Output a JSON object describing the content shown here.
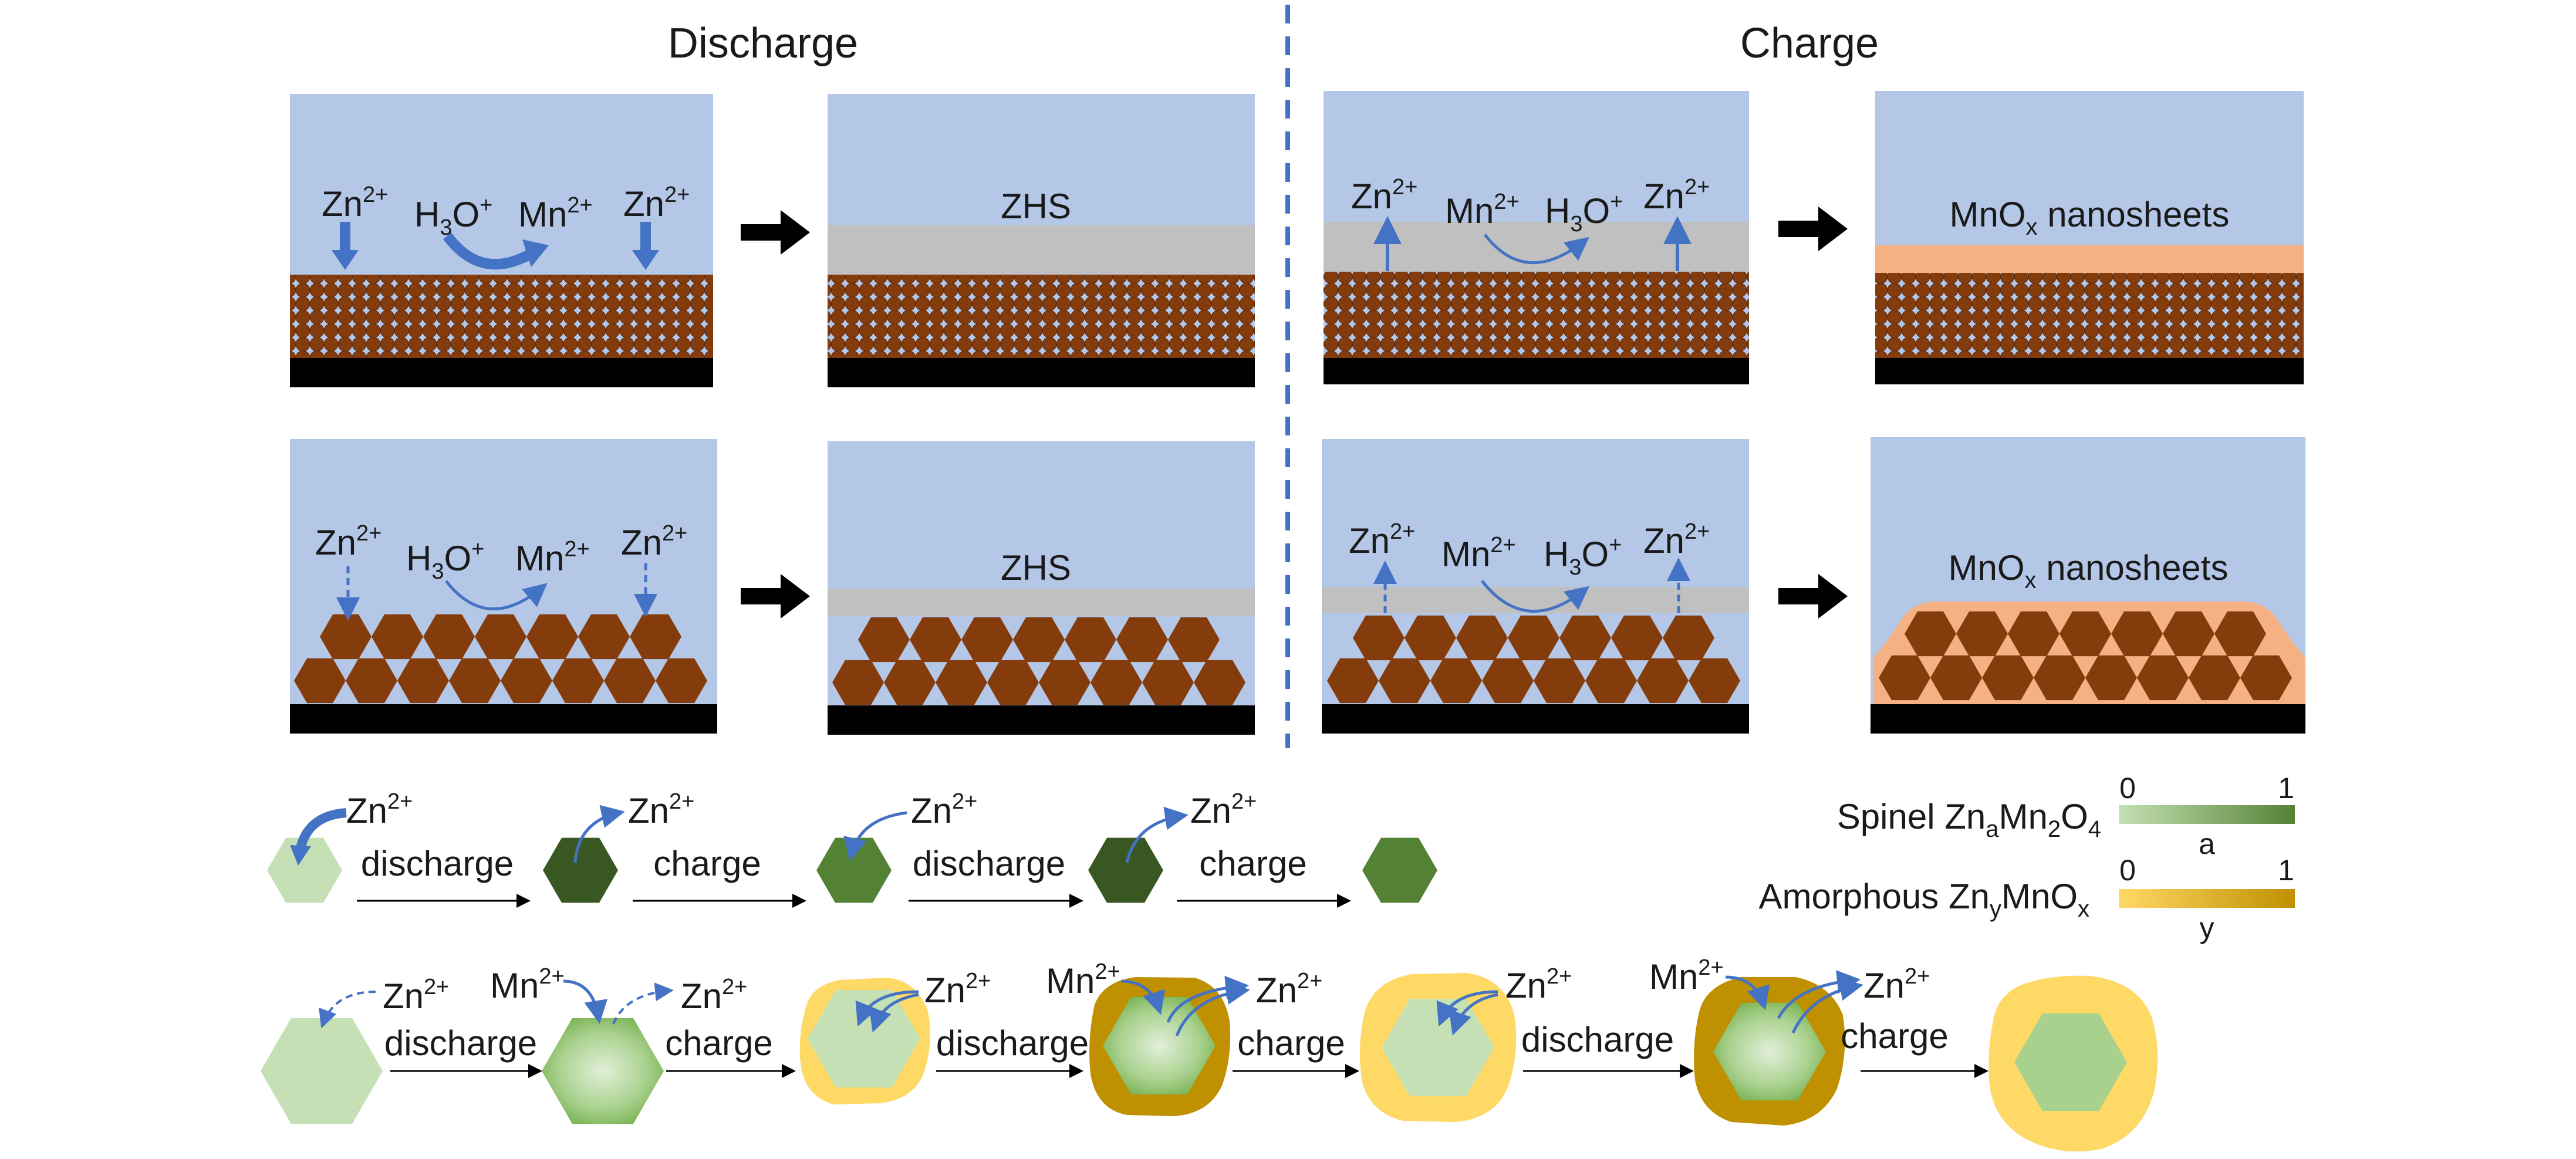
{
  "headers": {
    "discharge": "Discharge",
    "charge": "Charge"
  },
  "ions": {
    "zn": {
      "base": "Zn",
      "sup": "2+"
    },
    "mn": {
      "base": "Mn",
      "sup": "2+"
    },
    "h3o": {
      "base": "H",
      "sub": "3",
      "tail": "O",
      "sup": "+"
    }
  },
  "panels": {
    "zhs": "ZHS",
    "mnox": {
      "base": "MnO",
      "sub": "x",
      "tail": " nanosheets"
    }
  },
  "process": {
    "discharge": "discharge",
    "charge": "charge"
  },
  "legend": {
    "spinel": {
      "pre": "Spinel Zn",
      "sub1": "a",
      "mid": "Mn",
      "sub2": "2",
      "mid2": "O",
      "sub3": "4",
      "var": "a",
      "min": "0",
      "max": "1"
    },
    "amorphous": {
      "pre": "Amorphous Zn",
      "sub1": "y",
      "mid": "MnO",
      "sub2": "x",
      "var": "y",
      "min": "0",
      "max": "1"
    }
  },
  "colors": {
    "electrolyte": "#b4c7e7",
    "zhs_layer": "#c0c0c0",
    "mnox_layer": "#f4b183",
    "particle": "#843c0c",
    "substrate": "#000000",
    "arrow_blue": "#4472c4",
    "spinel_light": "#c5e0b4",
    "spinel_dark": "#548235",
    "spinel_darkest": "#385723",
    "amorphous_light": "#ffd966",
    "amorphous_dark": "#bf9000"
  }
}
